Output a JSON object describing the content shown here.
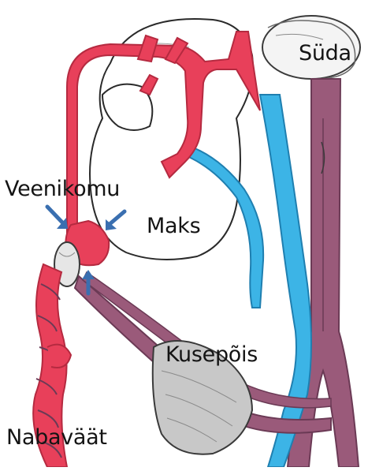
{
  "labels": {
    "heart": "Süda",
    "venous_duct": "Veenikomu",
    "liver": "Maks",
    "bladder": "Kusepõis",
    "umbilical_cord": "Nabaväät"
  },
  "colors": {
    "artery": "#e8405a",
    "artery_dark": "#b52a40",
    "vein": "#3cb4e6",
    "vein_dark": "#1f7fb0",
    "mixed": "#9a5a7a",
    "mixed_dark": "#6b3a55",
    "outline": "#3a3a3a",
    "bladder": "#c8c8c8",
    "arrow": "#3a6fb0"
  }
}
